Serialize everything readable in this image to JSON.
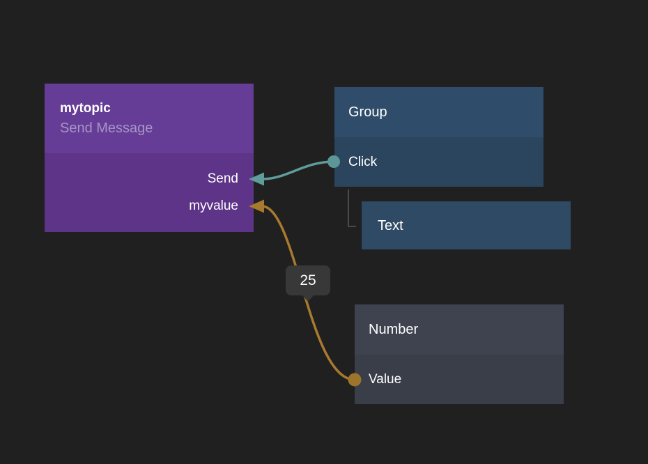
{
  "app": {
    "type": "flow-editor-canvas",
    "background_color": "#202020"
  },
  "nodes": {
    "mytopic": {
      "title": "mytopic",
      "subtitle": "Send Message",
      "header_color": "#653c96",
      "body_color": "#5d3488",
      "ports": [
        {
          "label": "Send",
          "side": "right",
          "wire_color": "#5f9c9a"
        },
        {
          "label": "myvalue",
          "side": "right",
          "wire_color": "#a87a2e"
        }
      ]
    },
    "group": {
      "title": "Group",
      "header_color": "#2f4d6a",
      "body_color": "#2b455f",
      "ports": [
        {
          "label": "Click",
          "side": "left",
          "wire_color": "#5f9c9a"
        }
      ]
    },
    "text": {
      "title": "Text",
      "color": "#2e4a64",
      "linked_parent": "group"
    },
    "number": {
      "title": "Number",
      "header_color": "#3f4350",
      "body_color": "#3a3e48",
      "ports": [
        {
          "label": "Value",
          "side": "left",
          "wire_color": "#9c742c"
        }
      ]
    }
  },
  "connections": [
    {
      "from": "Group / Click",
      "to": "mytopic / Send",
      "color": "#5f9c9a"
    },
    {
      "from": "Number / Value",
      "to": "mytopic / myvalue",
      "color": "#a87a2e",
      "badge": "25"
    }
  ],
  "badge": {
    "value": "25",
    "background": "#383838"
  }
}
